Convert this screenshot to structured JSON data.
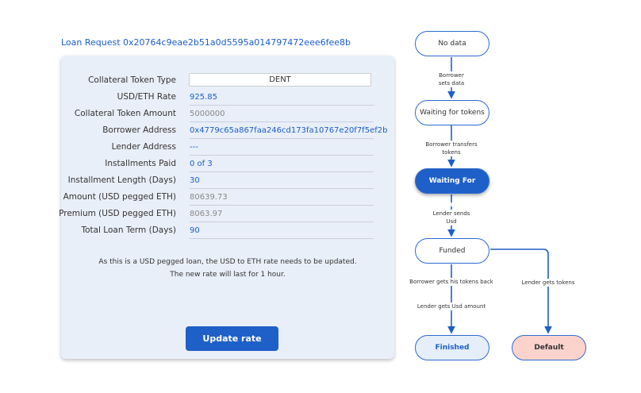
{
  "title": "Loan Request 0x20764c9eae2b51a0d5595a014797472eee6fee8b",
  "fields": [
    {
      "label": "Collateral Token Type",
      "value": "DENT"
    },
    {
      "label": "USD/ETH Rate",
      "value": "925.85"
    },
    {
      "label": "Collateral Token Amount",
      "value": "5000000"
    },
    {
      "label": "Borrower Address",
      "value": "0x4779c65a867faa246cd173fa10767e20f7f5ef2b"
    },
    {
      "label": "Lender Address",
      "value": "---"
    },
    {
      "label": "Installments Paid",
      "value": "0 of 3"
    },
    {
      "label": "Installment Length (Days)",
      "value": "30"
    },
    {
      "label": "Amount (USD pegged ETH)",
      "value": "80639.73"
    },
    {
      "label": "Premium (USD pegged ETH)",
      "value": "8063.97"
    },
    {
      "label": "Total Loan Term (Days)",
      "value": "90"
    }
  ],
  "note": "As this is a USD pegged loan, the USD to ETH rate needs to be updated. The new rate will last for 1 hour.",
  "update_button": "Update rate",
  "flow": {
    "nodes": {
      "no_data": "No data",
      "waiting_tokens": "Waiting for tokens",
      "waiting_lender": "Waiting For Lender",
      "funded": "Funded",
      "finished": "Finished",
      "default": "Default"
    },
    "edges": {
      "e1a": "Borrower",
      "e1b": "sets data",
      "e2a": "Borrower transfers",
      "e2b": "tokens",
      "e3a": "Lender sends",
      "e3b": "Usd",
      "e4a": "Borrower gets his tokens back",
      "e4b": "Lender gets Usd amount",
      "e5": "Lender gets tokens"
    },
    "colors": {
      "accent": "#1f5fc8",
      "finished": "#e6eef9",
      "default": "#fbd3cc"
    }
  }
}
